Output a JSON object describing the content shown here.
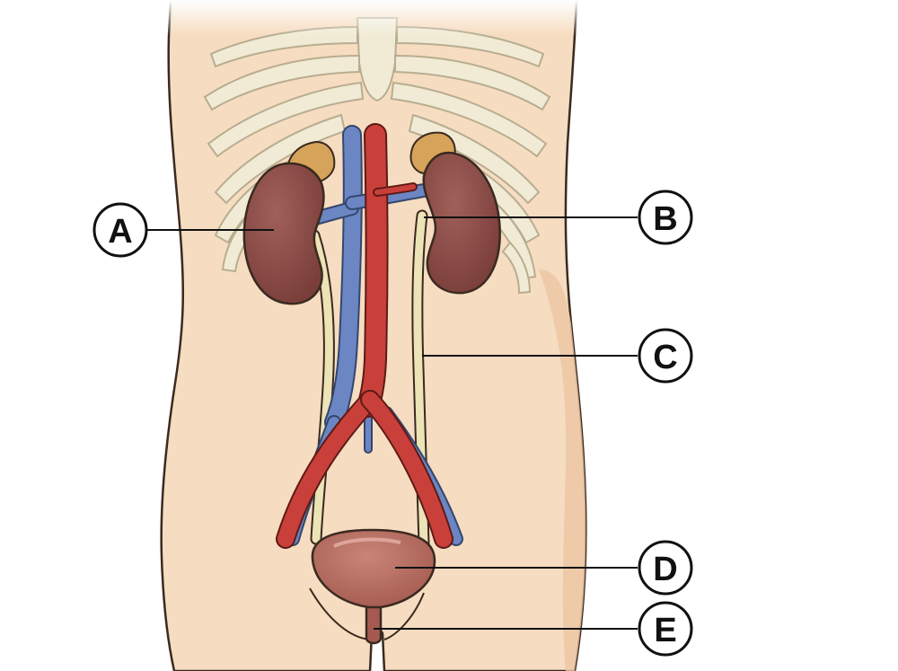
{
  "diagram": {
    "labels": [
      "A",
      "B",
      "C",
      "D",
      "E"
    ],
    "colors": {
      "skin": "#f6dcc0",
      "skin_shade": "#ecc6a2",
      "outline": "#3a2a20",
      "bone": "#f1ebd6",
      "kidney": "#8a4a44",
      "adrenal": "#d6a35a",
      "artery": "#c9403a",
      "vein": "#6b86c2",
      "ureter": "#ece3b6",
      "bladder": "#b56a5e",
      "leader": "#111111"
    }
  }
}
